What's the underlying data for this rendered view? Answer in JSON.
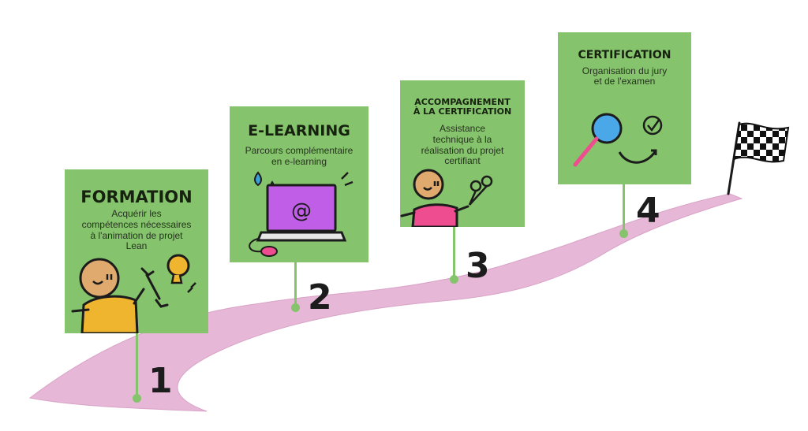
{
  "colors": {
    "card": "#85c46c",
    "road": "#e6b7d6",
    "dark": "#1c1c1c"
  },
  "icons": {
    "step1": [
      "person-icon",
      "wrench-icon",
      "lightbulb-icon"
    ],
    "step2": [
      "laptop-icon",
      "at-sign-icon",
      "mouse-icon",
      "water-drop-icon"
    ],
    "step3": [
      "person-icon",
      "balloons-icon"
    ],
    "step4": [
      "magnifying-glass-icon",
      "check-circle-icon"
    ],
    "finish": "checkered-flag-icon"
  },
  "steps": [
    {
      "number": "1",
      "title": "FORMATION",
      "description_lines": [
        "Acquérir les",
        "compétences nécessaires",
        "à l'animation de projet",
        "Lean"
      ]
    },
    {
      "number": "2",
      "title": "E-LEARNING",
      "description_lines": [
        "Parcours complémentaire",
        "en e-learning"
      ]
    },
    {
      "number": "3",
      "title_lines": [
        "ACCOMPAGNEMENT",
        "À LA CERTIFICATION"
      ],
      "description_lines": [
        "Assistance",
        "technique à la",
        "réalisation du projet",
        "certifiant"
      ]
    },
    {
      "number": "4",
      "title": "CERTIFICATION",
      "description_lines": [
        "Organisation du jury",
        "et de l'examen"
      ]
    }
  ]
}
